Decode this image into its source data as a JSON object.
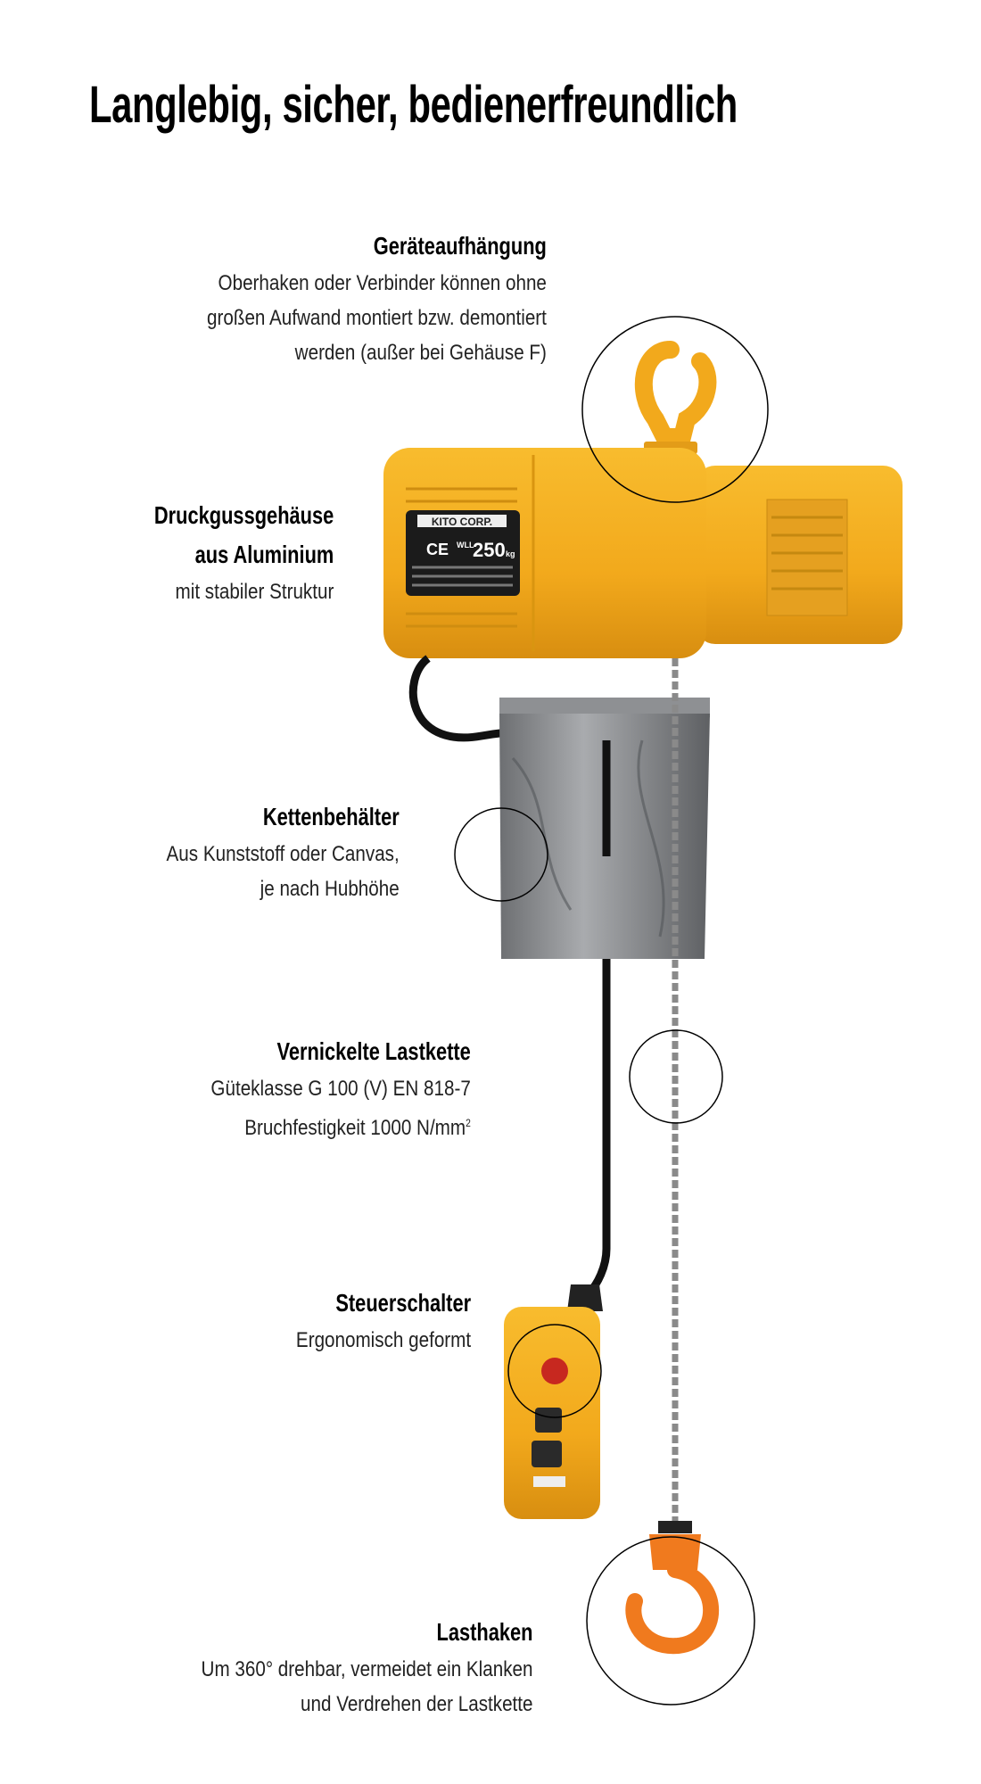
{
  "title": "Langlebig, sicher, bedienerfreundlich",
  "product_nameplate": {
    "brand": "KITO CORP.",
    "ce": "CE",
    "wll": "WLL",
    "capacity": "250",
    "unit": "kg"
  },
  "colors": {
    "hoist_yellow": "#F2A91C",
    "hook_orange": "#F07A1E",
    "callout_circle": "#000000"
  },
  "features": [
    {
      "heading": "Geräteaufhängung",
      "lines": [
        "Oberhaken oder Verbinder können ohne",
        "großen Aufwand montiert bzw. demontiert",
        "werden (außer bei Gehäuse F)"
      ]
    },
    {
      "heading_lines": [
        "Druckgussgehäuse",
        "aus Aluminium"
      ],
      "lines": [
        "mit stabiler Struktur"
      ]
    },
    {
      "heading": "Kettenbehälter",
      "lines": [
        "Aus Kunststoff oder Canvas,",
        "je nach Hubhöhe"
      ]
    },
    {
      "heading": "Vernickelte Lastkette",
      "lines": [
        "Güteklasse G 100 (V) EN 818-7",
        "Bruchfestigkeit 1000 N/mm"
      ],
      "superscript": "2"
    },
    {
      "heading": "Steuerschalter",
      "lines": [
        "Ergonomisch geformt"
      ]
    },
    {
      "heading": "Lasthaken",
      "lines": [
        "Um 360° drehbar, vermeidet ein Klanken",
        "und Verdrehen der Lastkette"
      ]
    }
  ]
}
